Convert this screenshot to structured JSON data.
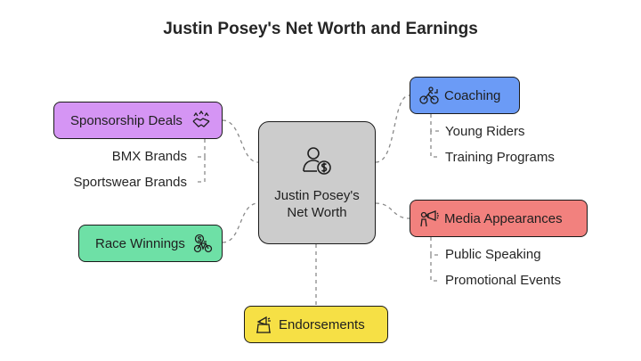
{
  "title": "Justin Posey's Net Worth and Earnings",
  "center": {
    "label": "Justin Posey's Net Worth",
    "icon": "person-dollar-icon"
  },
  "branches": {
    "sponsorship": {
      "label": "Sponsorship Deals",
      "icon": "handshake-stars-icon",
      "color": "#d595f4",
      "children": [
        "BMX Brands",
        "Sportswear Brands"
      ]
    },
    "race": {
      "label": "Race Winnings",
      "icon": "dollar-bicycle-icon",
      "color": "#6ee0a6"
    },
    "coaching": {
      "label": "Coaching",
      "icon": "cyclist-icon",
      "color": "#6b9bf6",
      "children": [
        "Young Riders",
        "Training Programs"
      ]
    },
    "media": {
      "label": "Media Appearances",
      "icon": "megaphone-person-icon",
      "color": "#f2817e",
      "children": [
        "Public Speaking",
        "Promotional Events"
      ]
    },
    "endorsements": {
      "label": "Endorsements",
      "icon": "megaphone-laptop-icon",
      "color": "#f6e045"
    }
  }
}
